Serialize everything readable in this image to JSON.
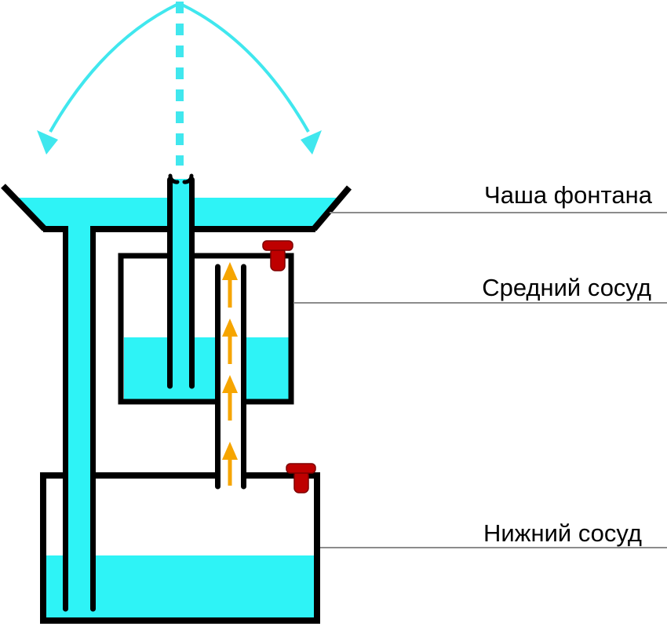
{
  "annotations": {
    "bowl_label": "Чаша фонтана",
    "middle_vessel_label": "Средний сосуд",
    "lower_vessel_label": "Нижний сосуд"
  },
  "colors": {
    "water": "#2ef3f6",
    "spray": "#40e7ee",
    "outline": "#000000",
    "valve": "#be0000",
    "valve_border": "#7e0000",
    "arrow": "#f6a500",
    "leader_line": "#8c8c8c",
    "text": "#000000",
    "background": "#ffffff"
  }
}
